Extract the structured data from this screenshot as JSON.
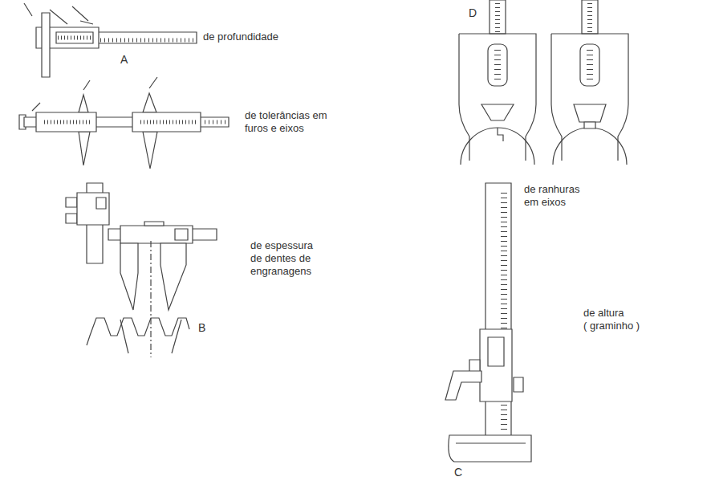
{
  "diagram": {
    "labels": [
      "de profundidade",
      "A",
      "D",
      "de tolerâncias em furos e eixos",
      "de ranhuras em eixos",
      "de espessura de dentes de engranagens",
      "de altura ( graminho )",
      "B",
      "C"
    ]
  }
}
